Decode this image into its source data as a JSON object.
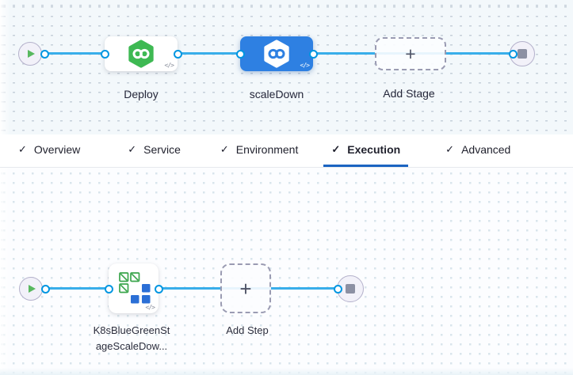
{
  "colors": {
    "selected_stage_blue": "#2e80e2",
    "connector_blue": "#39aeea",
    "port_blue": "#0096e1",
    "cd_hexagon_green": "#3eb953",
    "tab_underline_blue": "#1b64c1",
    "k8s_step_green": "#3aa54b",
    "k8s_step_blue": "#2b6fd6"
  },
  "icons": {
    "check": "✓",
    "plus": "+",
    "code_toggle": "</>"
  },
  "stage_graph": {
    "stages": [
      {
        "name": "Deploy",
        "selected": false
      },
      {
        "name": "scaleDown",
        "selected": true
      }
    ],
    "add_stage": {
      "label": "Add Stage"
    }
  },
  "tab_bar": {
    "tabs": [
      {
        "label": "Overview",
        "checked": true,
        "active": false
      },
      {
        "label": "Service",
        "checked": true,
        "active": false
      },
      {
        "label": "Environment",
        "checked": true,
        "active": false
      },
      {
        "label": "Execution",
        "checked": true,
        "active": true
      },
      {
        "label": "Advanced",
        "checked": true,
        "active": false
      }
    ]
  },
  "execution_graph": {
    "steps": [
      {
        "name_lines": [
          "K8sBlueGreenSt",
          "ageScaleDow..."
        ]
      }
    ],
    "add_step": {
      "label": "Add Step"
    }
  }
}
